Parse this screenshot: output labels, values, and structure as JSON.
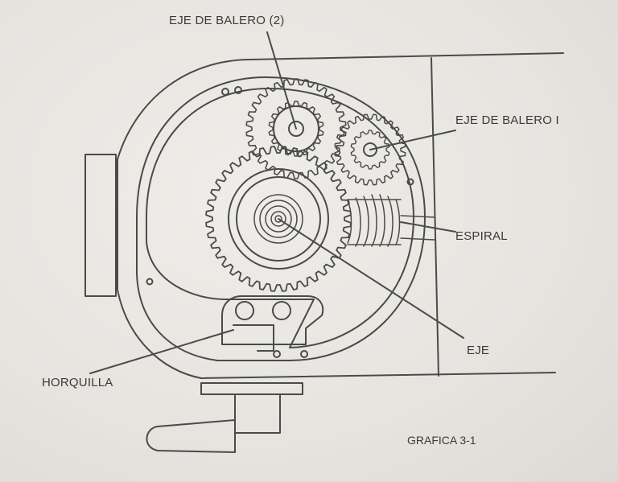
{
  "labels": {
    "eje_de_balero_2": "EJE DE BALERO (2)",
    "eje_de_balero_1": "EJE DE BALERO I",
    "espiral": "ESPIRAL",
    "eje": "EJE",
    "horquilla": "HORQUILLA",
    "caption": "GRAFICA 3-1"
  },
  "colors": {
    "ink": "#4a4a4a",
    "paper": "#e8e6e2"
  }
}
